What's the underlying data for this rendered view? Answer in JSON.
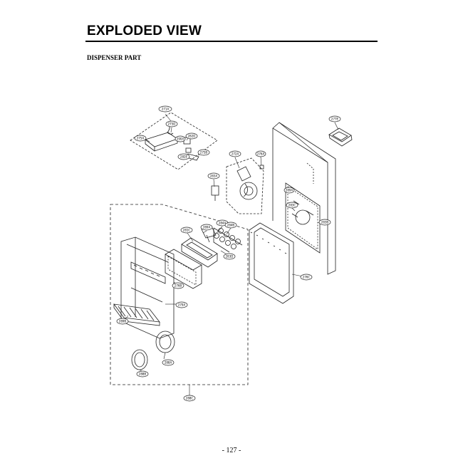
{
  "header": {
    "title": "EXPLODED VIEW",
    "section": "DISPENSER PART"
  },
  "callouts": [
    "271A",
    "275D",
    "282D",
    "275B",
    "282E",
    "275A",
    "277E",
    "272A",
    "276A",
    "283A",
    "283C",
    "283B",
    "281C",
    "289A",
    "284A",
    "284B",
    "283D",
    "276C",
    "276B",
    "279A",
    "289B",
    "288A",
    "288B",
    "288C",
    "289A",
    "290A"
  ],
  "footer": {
    "page_number": "- 127 -"
  }
}
